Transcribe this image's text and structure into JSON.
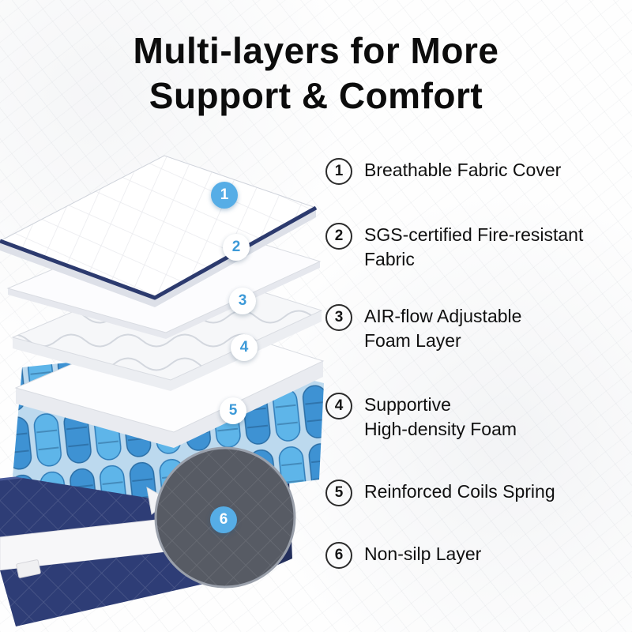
{
  "title": {
    "line1": "Multi-layers for More",
    "line2": "Support & Comfort"
  },
  "legend": [
    {
      "num": "1",
      "line1": "Breathable Fabric Cover",
      "line2": ""
    },
    {
      "num": "2",
      "line1": "SGS-certified Fire-resistant",
      "line2": "Fabric"
    },
    {
      "num": "3",
      "line1": "AIR-flow Adjustable",
      "line2": "Foam Layer"
    },
    {
      "num": "4",
      "line1": "Supportive",
      "line2": "High-density Foam"
    },
    {
      "num": "5",
      "line1": "Reinforced Coils Spring",
      "line2": ""
    },
    {
      "num": "6",
      "line1": "Non-silp Layer",
      "line2": ""
    }
  ],
  "diagram": {
    "badges": [
      "1",
      "2",
      "3",
      "4",
      "5",
      "6"
    ],
    "colors": {
      "accent_blue": "#56ade6",
      "navy": "#2e3d76",
      "coil_light": "#5eb5e9",
      "coil_dark": "#3e92d3",
      "nonslip_gray": "#575b64"
    }
  }
}
